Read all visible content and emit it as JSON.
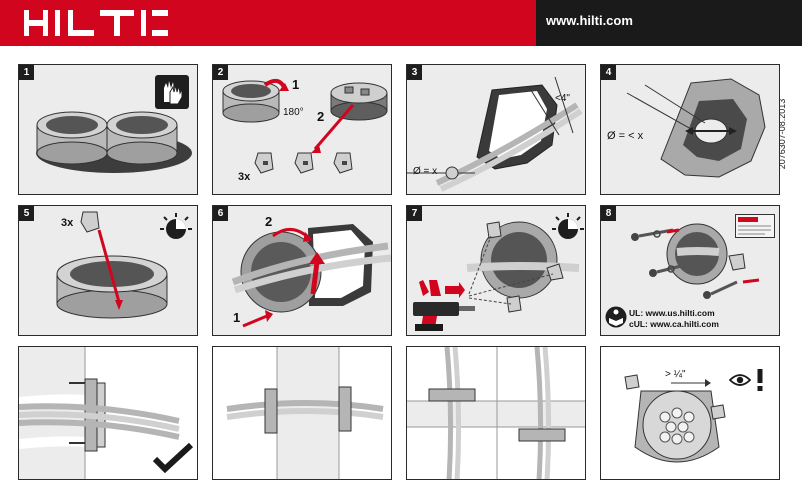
{
  "header": {
    "brand": "HILTI",
    "url": "www.hilti.com",
    "colors": {
      "brand_red": "#d2051e",
      "dark": "#1a1a1a",
      "arrow_red": "#d2051e"
    }
  },
  "document_number": "2076307-08.2013",
  "steps": [
    {
      "number": "1",
      "icons": [
        "gloves-icon"
      ]
    },
    {
      "number": "2",
      "callouts": [
        "1",
        "2"
      ],
      "angle": "180°",
      "quantity": "3x"
    },
    {
      "number": "3",
      "dimension": "<4\"",
      "diameter_label": "Ø = x"
    },
    {
      "number": "4",
      "diameter_label": "Ø = < x"
    },
    {
      "number": "5",
      "quantity": "3x",
      "icons": [
        "rotation-clock-icon"
      ]
    },
    {
      "number": "6",
      "callouts": [
        "1",
        "2"
      ]
    },
    {
      "number": "7",
      "icons": [
        "rotation-clock-icon",
        "hammer-drill-icon"
      ]
    },
    {
      "number": "8",
      "icons": [
        "label-plate-icon",
        "read-manual-icon"
      ],
      "ul_lines": [
        "UL: www.us.hilti.com",
        "cUL: www.ca.hilti.com"
      ]
    }
  ],
  "bottom_row": {
    "panel_1": {
      "icons": [
        "checkmark-icon"
      ]
    },
    "panel_4": {
      "dimension": "> ¼\"",
      "icons": [
        "eye-icon",
        "exclamation-icon"
      ]
    }
  }
}
